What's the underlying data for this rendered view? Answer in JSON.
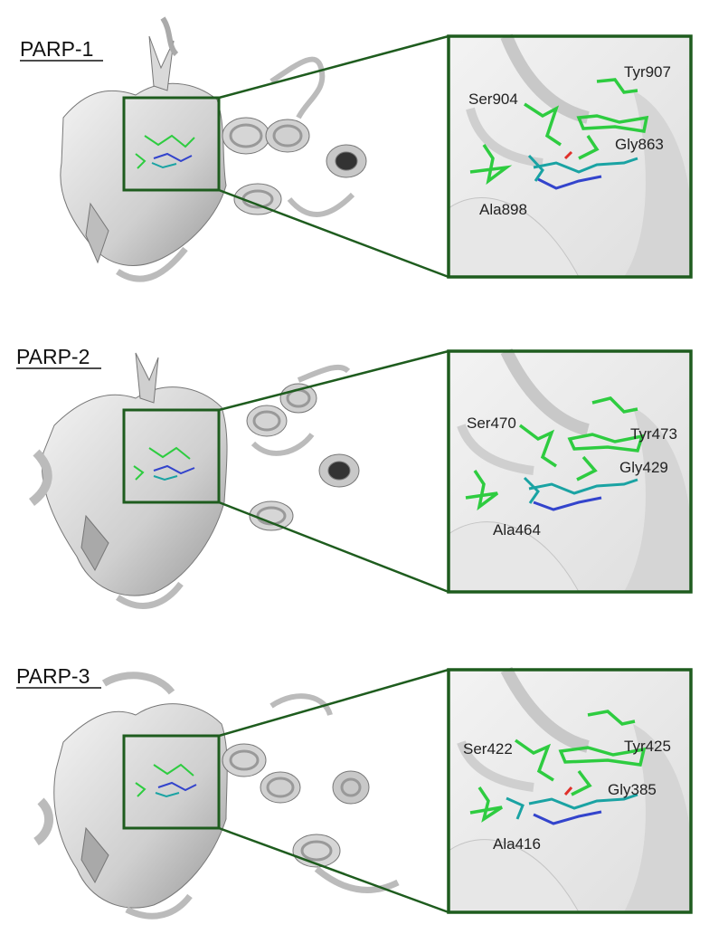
{
  "frame_color": "#1e5c1e",
  "ligand_colors": {
    "residue": "#2ecc40",
    "ligand_a": "#1aa3a3",
    "ligand_b": "#3344cc",
    "oxygen": "#e0302a"
  },
  "panels": [
    {
      "id": "parp1",
      "title": "PARP-1",
      "residues": [
        "Tyr907",
        "Ser904",
        "Gly863",
        "Ala898"
      ]
    },
    {
      "id": "parp2",
      "title": "PARP-2",
      "residues": [
        "Ser470",
        "Tyr473",
        "Gly429",
        "Ala464"
      ]
    },
    {
      "id": "parp3",
      "title": "PARP-3",
      "residues": [
        "Ser422",
        "Tyr425",
        "Gly385",
        "Ala416"
      ]
    }
  ]
}
